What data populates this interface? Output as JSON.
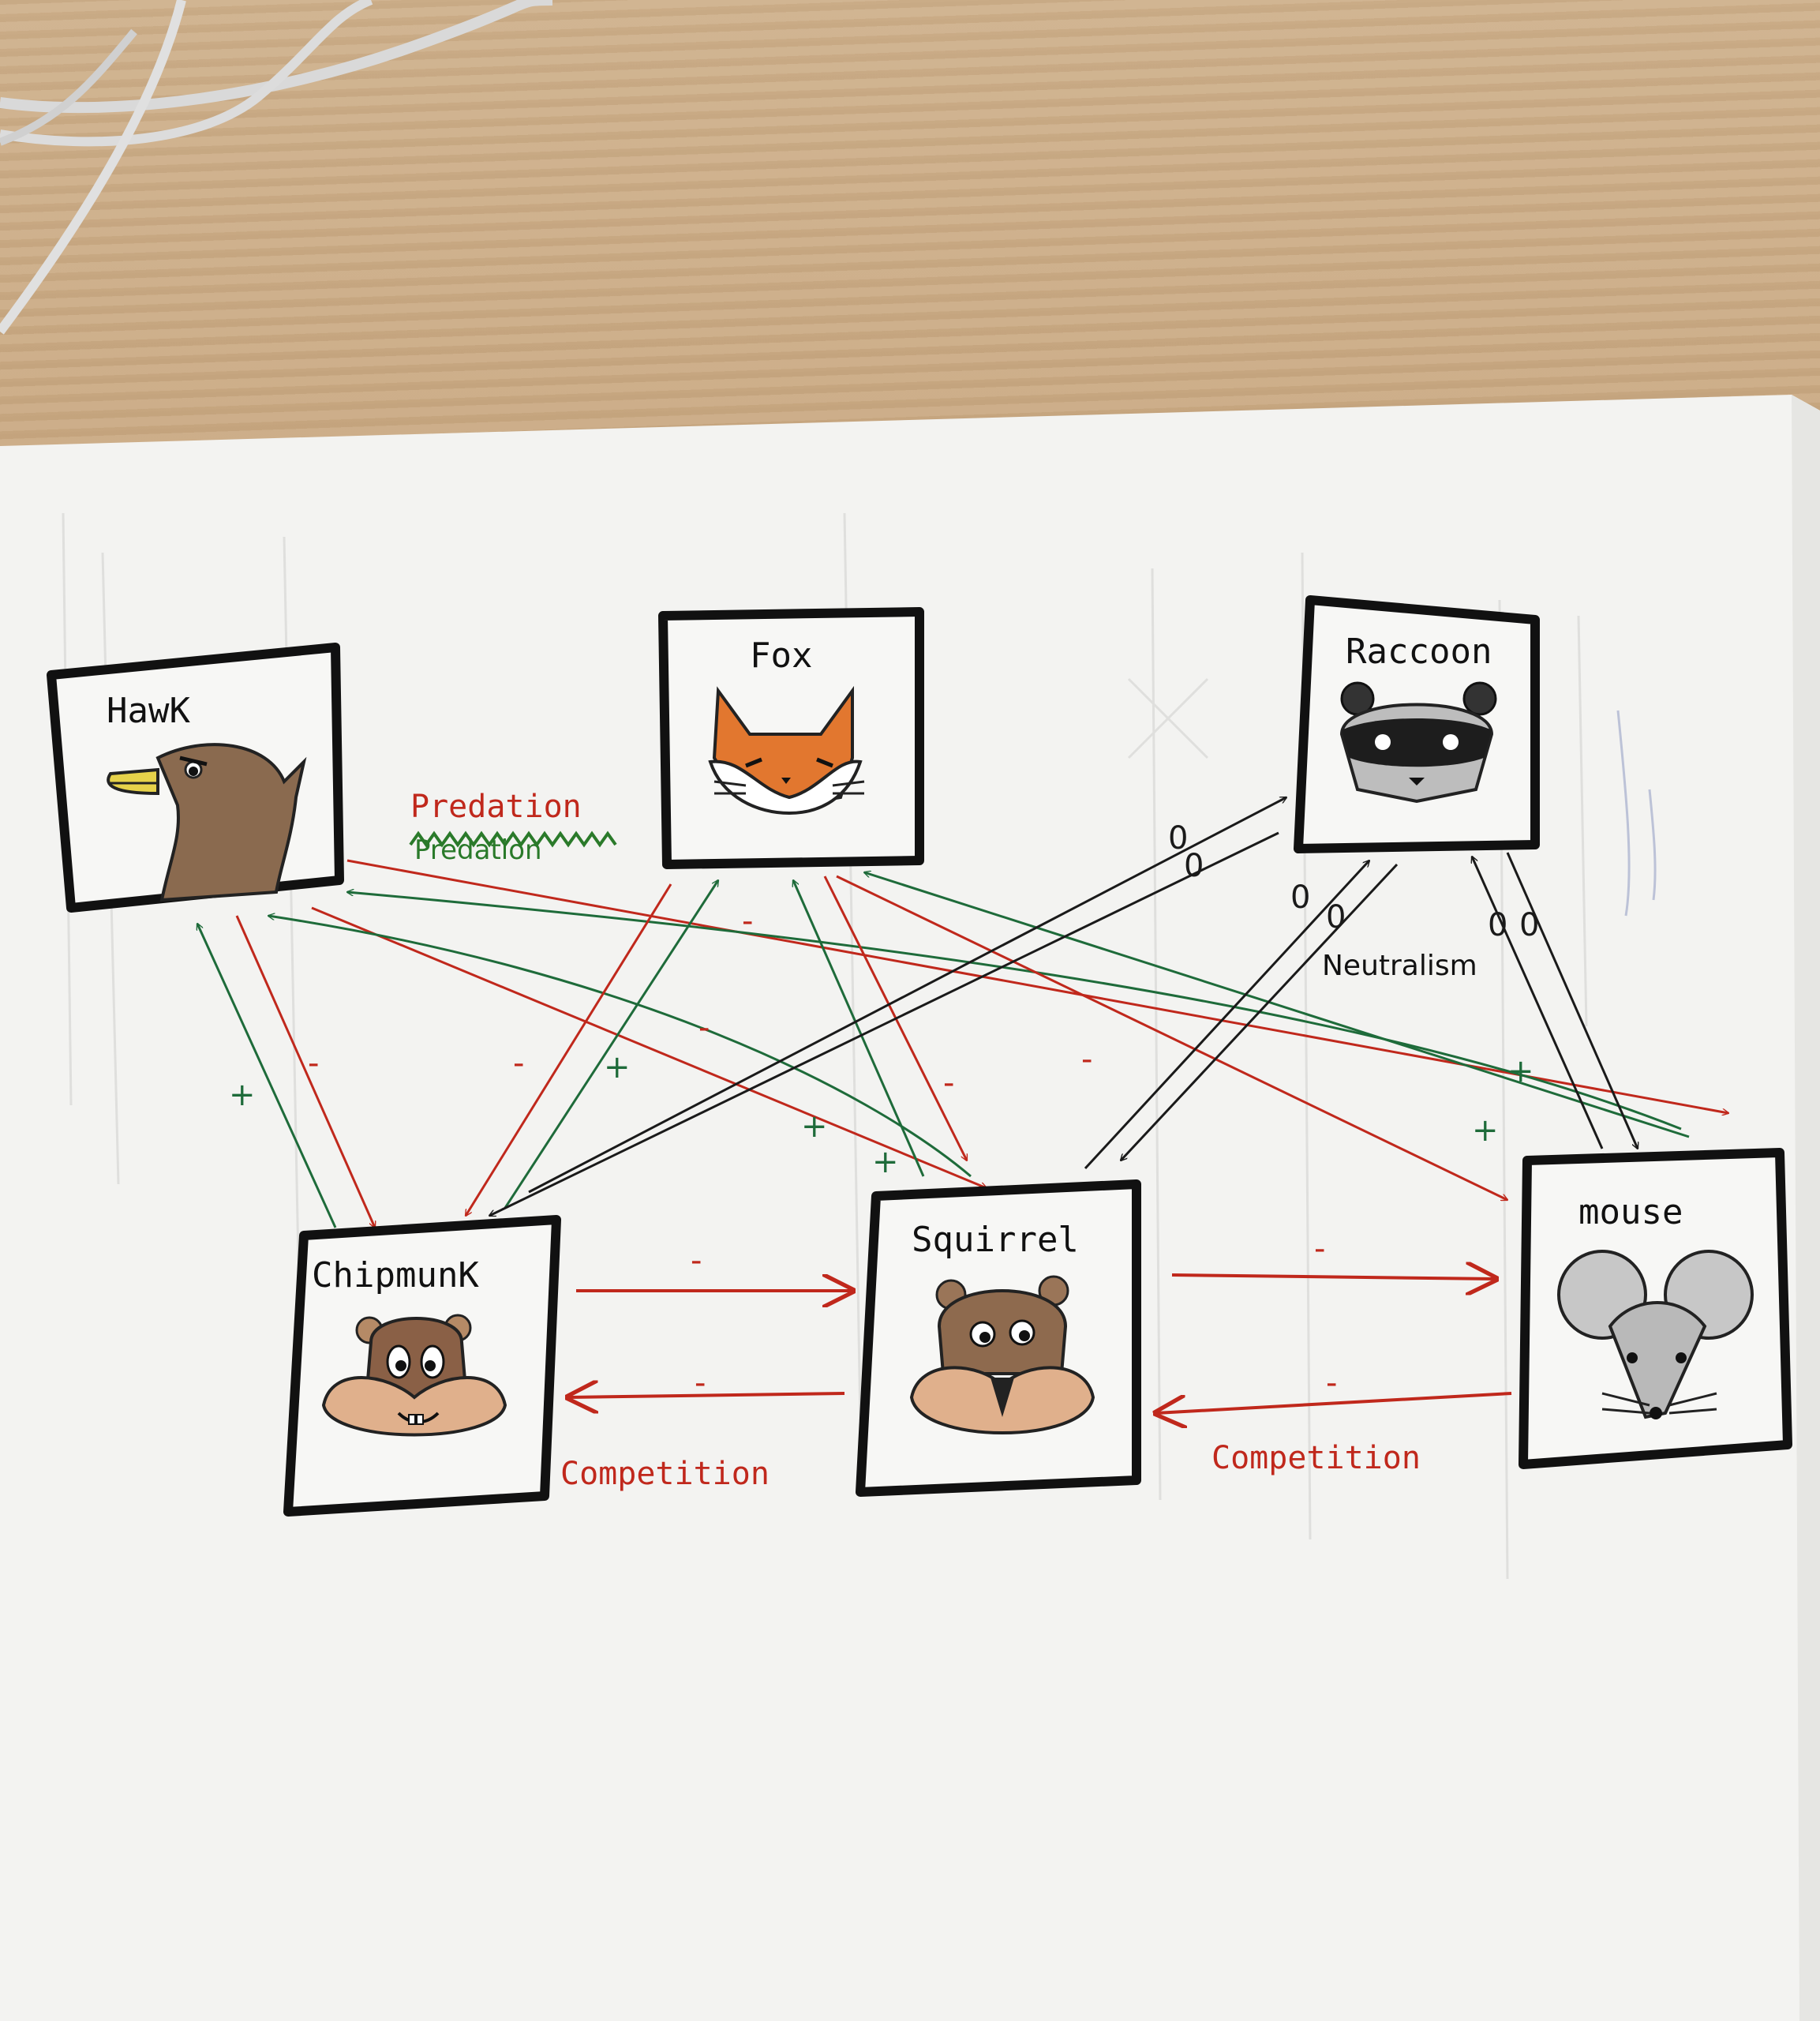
{
  "nodes": {
    "hawk": {
      "label": "HawK"
    },
    "fox": {
      "label": "Fox"
    },
    "raccoon": {
      "label": "Raccoon"
    },
    "chipmunk": {
      "label": "ChipmunK"
    },
    "squirrel": {
      "label": "Squirrel"
    },
    "mouse": {
      "label": "mouse"
    }
  },
  "labels": {
    "predation": "Predation",
    "predation_scribble": "Predation",
    "neutralism": "Neutralism",
    "competition_left": "Competition",
    "competition_right": "Competition"
  },
  "signs": {
    "plus": "+",
    "minus": "-",
    "zero": "0"
  },
  "colors": {
    "predation": "#c0281c",
    "benefit": "#1e6b3a",
    "neutral": "#1a1a1a",
    "scribble": "#2a7a2a"
  }
}
